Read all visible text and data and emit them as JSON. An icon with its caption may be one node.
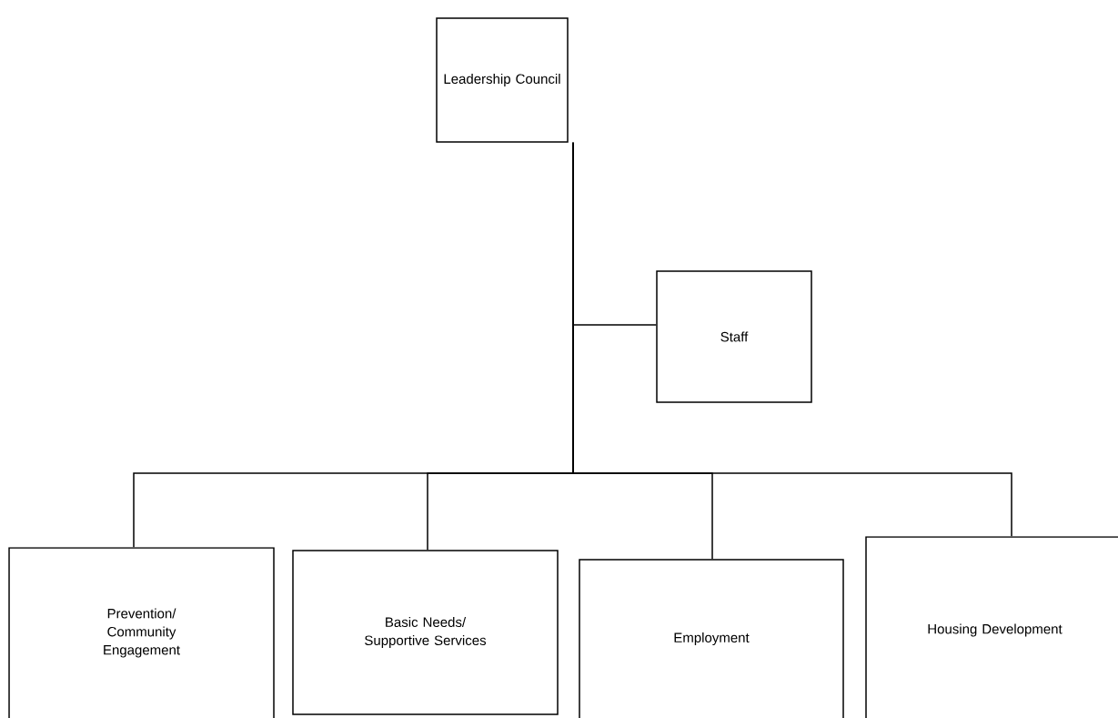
{
  "diagram": {
    "nodes": [
      {
        "text": [
          "Leadership Council"
        ]
      },
      {
        "text": [
          "Staff"
        ]
      },
      {
        "text": [
          "Prevention/ Community Engagement"
        ]
      },
      {
        "text": [
          "Basic Needs/ Supportive Services"
        ]
      },
      {
        "text": [
          "Employment"
        ]
      },
      {
        "text": [
          "Housing Development"
        ]
      }
    ],
    "edges": [
      {
        "from": 0,
        "to": 1,
        "arrow": "none"
      },
      {
        "from": 0,
        "to": 2,
        "arrow": "none"
      },
      {
        "from": 0,
        "to": 3,
        "arrow": "none"
      },
      {
        "from": 0,
        "to": 4,
        "arrow": "none"
      },
      {
        "from": 0,
        "to": 5,
        "arrow": "none"
      }
    ]
  }
}
